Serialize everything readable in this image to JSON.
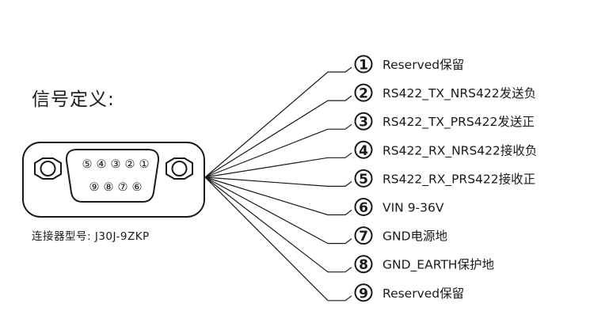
{
  "heading": "信号定义:",
  "connector_model": "连接器型号: J30J-9ZKP",
  "connector": {
    "top_row": [
      "⑤",
      "④",
      "③",
      "②",
      "①"
    ],
    "bottom_row": [
      "⑨",
      "⑧",
      "⑦",
      "⑥"
    ]
  },
  "pins": [
    {
      "number": "1",
      "label": "Reserved保留"
    },
    {
      "number": "2",
      "label": "RS422_TX_NRS422发送负"
    },
    {
      "number": "3",
      "label": "RS422_TX_PRS422发送正"
    },
    {
      "number": "4",
      "label": "RS422_RX_NRS422接收负"
    },
    {
      "number": "5",
      "label": "RS422_RX_PRS422接收正"
    },
    {
      "number": "6",
      "label": "VIN 9-36V"
    },
    {
      "number": "7",
      "label": "GND电源地"
    },
    {
      "number": "8",
      "label": "GND_EARTH保护地"
    },
    {
      "number": "9",
      "label": "Reserved保留"
    }
  ]
}
